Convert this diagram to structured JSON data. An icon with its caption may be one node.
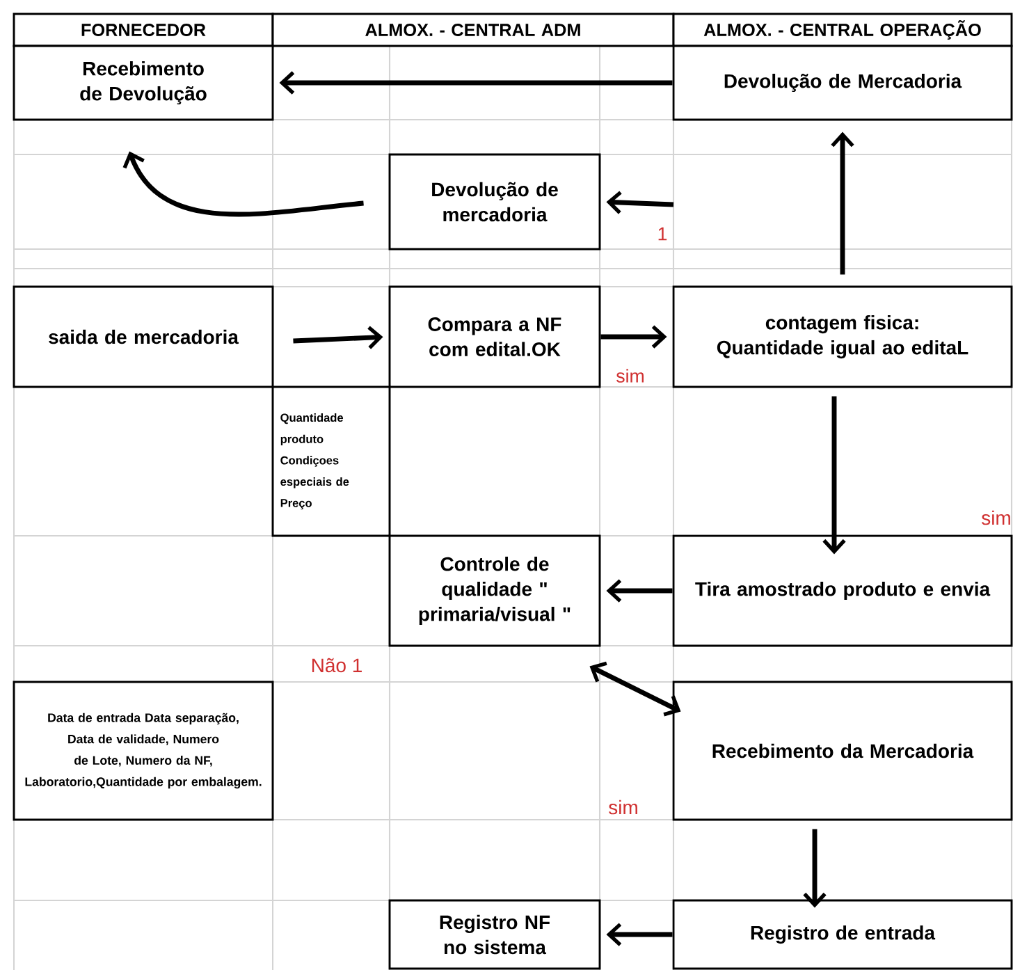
{
  "diagram": {
    "nodes": [
      {
        "text": [
          "FORNECEDOR"
        ]
      },
      {
        "text": [
          "ALMOX. - CENTRAL ADM"
        ]
      },
      {
        "text": [
          "ALMOX. - CENTRAL OPERAÇÃO"
        ]
      },
      {
        "text": [
          "Recebimento de Devolução"
        ]
      },
      {
        "text": [
          "Devolução de Mercadoria"
        ]
      },
      {
        "text": [
          "Devolução de mercadoria"
        ]
      },
      {
        "text": [
          "saida de mercadoria"
        ]
      },
      {
        "text": [
          "Compara a NF com edital.OK"
        ]
      },
      {
        "text": [
          "contagem fisica: Quantidade igual ao editaL"
        ]
      },
      {
        "text": [
          "Quantidade produto Condiçoes especiais de Preço"
        ]
      },
      {
        "text": [
          "Controle de qualidade \" primaria/visual \""
        ]
      },
      {
        "text": [
          "Tira amostrado produto e envia"
        ]
      },
      {
        "text": [
          "Data de entrada Data separação, Data de validade, Numero de Lote, Numero da NF, Laboratorio,Quantidade por embalagem."
        ]
      },
      {
        "text": [
          "Recebimento da Mercadoria"
        ]
      },
      {
        "text": [
          "Registro NF no sistema"
        ]
      },
      {
        "text": [
          "Registro de entrada"
        ]
      }
    ],
    "edges": [
      {
        "from": 4,
        "to": 3,
        "arrow": "to"
      },
      {
        "from": 5,
        "to": 3,
        "arrow": "to"
      },
      {
        "from": null,
        "to": 5,
        "arrow": "to",
        "label": "1"
      },
      {
        "from": 6,
        "to": 7,
        "arrow": "to"
      },
      {
        "from": 7,
        "to": 8,
        "arrow": "to",
        "label": "sim"
      },
      {
        "from": 8,
        "to": 4,
        "arrow": "to"
      },
      {
        "from": 8,
        "to": 11,
        "arrow": "to"
      },
      {
        "from": 11,
        "to": 10,
        "arrow": "to"
      },
      {
        "from": 10,
        "to": 13,
        "arrow": "both"
      },
      {
        "from": 13,
        "to": 15,
        "arrow": "to"
      },
      {
        "from": 15,
        "to": 14,
        "arrow": "to"
      }
    ],
    "labels": [
      "sim",
      "Não 1",
      "sim"
    ]
  }
}
